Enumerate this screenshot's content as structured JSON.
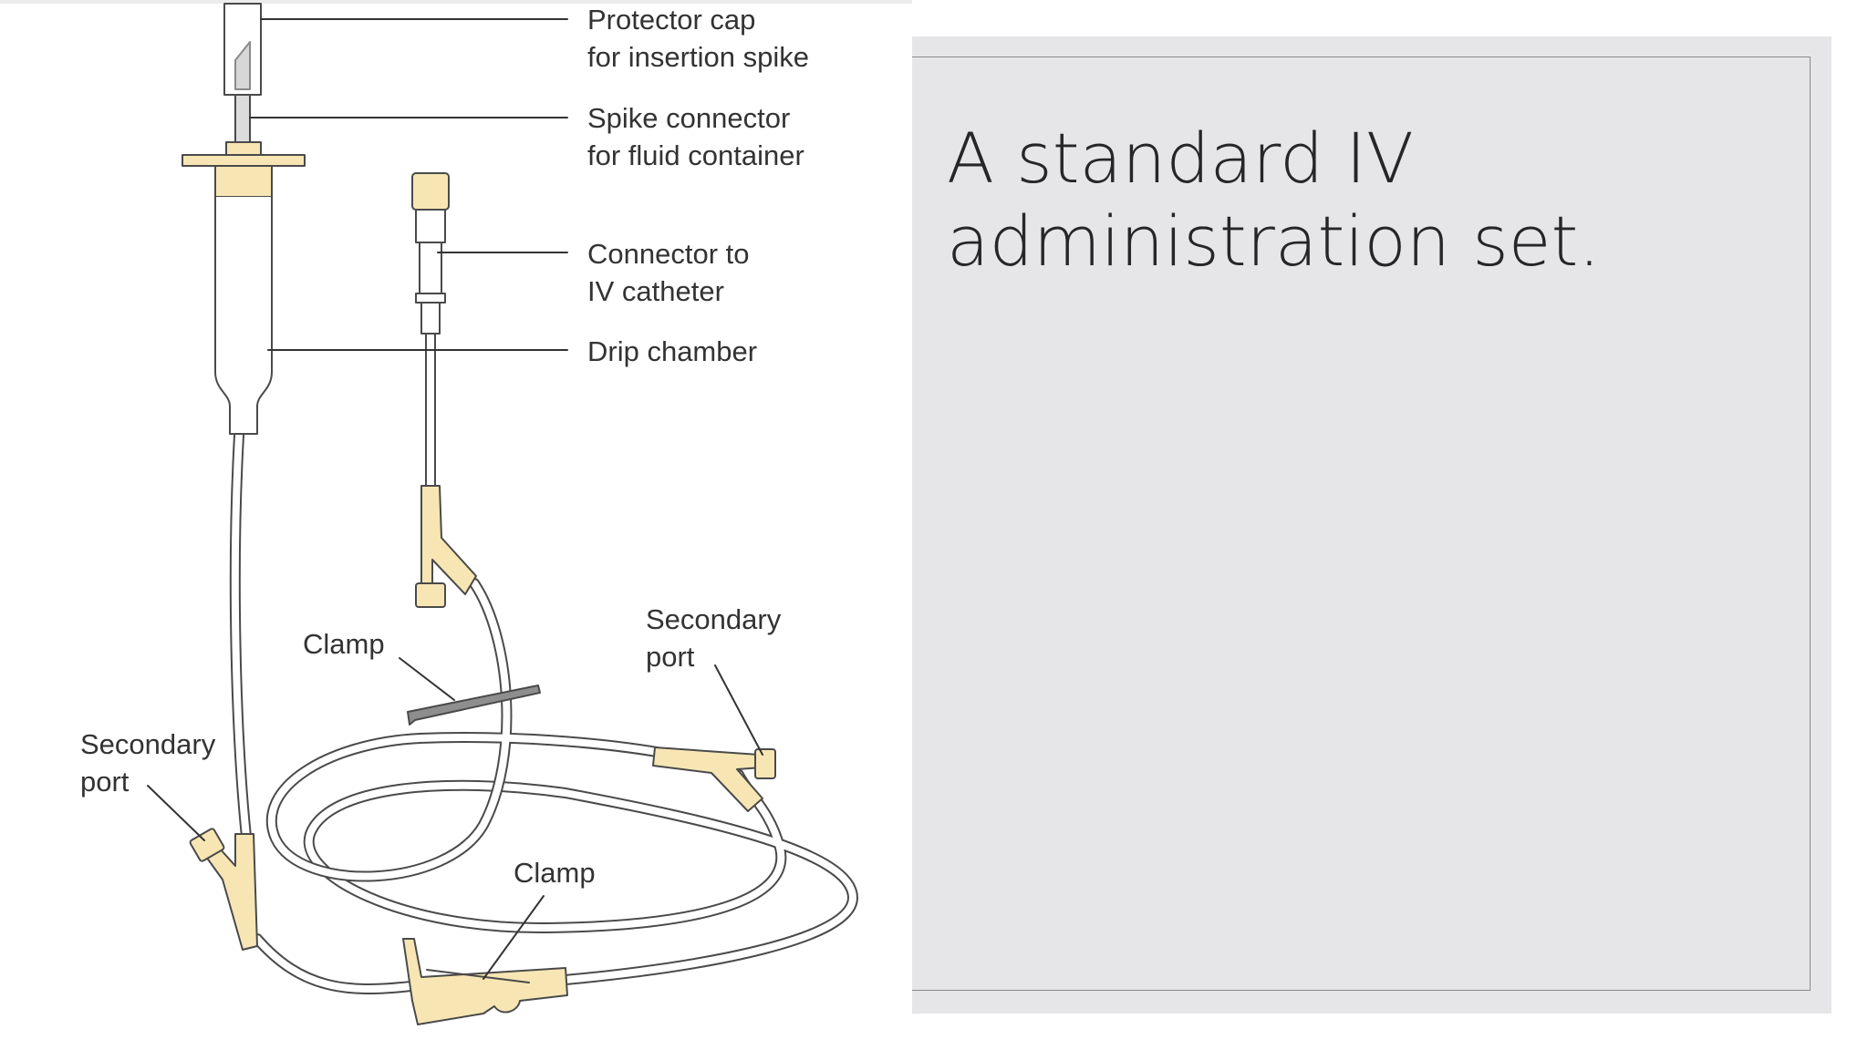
{
  "slide": {
    "caption": "A standard IV\nadministration set."
  },
  "diagram": {
    "labels": {
      "protector_cap": [
        "Protector cap",
        "for insertion spike"
      ],
      "spike_connector": [
        "Spike connector",
        "for fluid container"
      ],
      "connector_catheter": [
        "Connector to",
        "IV catheter"
      ],
      "drip_chamber": [
        "Drip chamber"
      ],
      "clamp_upper": [
        "Clamp"
      ],
      "secondary_port_right": [
        "Secondary",
        "port"
      ],
      "secondary_port_left": [
        "Secondary",
        "port"
      ],
      "clamp_lower": [
        "Clamp"
      ]
    }
  },
  "colors": {
    "tube_part": "#f7e6b4",
    "outline": "#4a4a4a",
    "caption_panel": "#e6e5e8"
  }
}
